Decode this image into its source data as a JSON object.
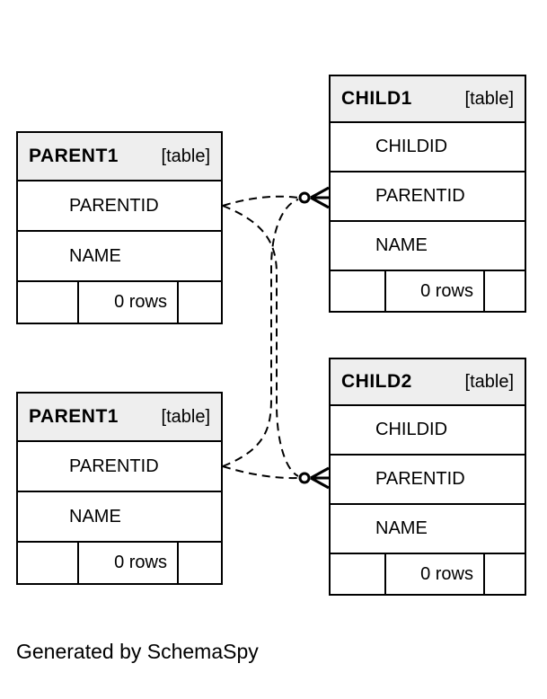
{
  "caption": "Generated by SchemaSpy",
  "colors": {
    "background": "#ffffff",
    "border": "#000000",
    "header_bg": "#eeeeee",
    "line": "#000000"
  },
  "tables": [
    {
      "id": "parent1-top",
      "name": "PARENT1",
      "tag": "[table]",
      "columns": [
        "PARENTID",
        "NAME"
      ],
      "rows_label": "0 rows"
    },
    {
      "id": "child1",
      "name": "CHILD1",
      "tag": "[table]",
      "columns": [
        "CHILDID",
        "PARENTID",
        "NAME"
      ],
      "rows_label": "0 rows"
    },
    {
      "id": "parent1-bottom",
      "name": "PARENT1",
      "tag": "[table]",
      "columns": [
        "PARENTID",
        "NAME"
      ],
      "rows_label": "0 rows"
    },
    {
      "id": "child2",
      "name": "CHILD2",
      "tag": "[table]",
      "columns": [
        "CHILDID",
        "PARENTID",
        "NAME"
      ],
      "rows_label": "0 rows"
    }
  ],
  "relationships": [
    {
      "from": "parent1-top.PARENTID",
      "to": "child1.PARENTID",
      "line_style": "dashed",
      "end_marker": "zero-or-many"
    },
    {
      "from": "parent1-top.PARENTID",
      "to": "child2.PARENTID",
      "line_style": "dashed",
      "end_marker": "zero-or-many"
    },
    {
      "from": "parent1-bottom.PARENTID",
      "to": "child2.PARENTID",
      "line_style": "dashed",
      "end_marker": "zero-or-many"
    },
    {
      "from": "parent1-bottom.PARENTID",
      "to": "child1.PARENTID",
      "line_style": "dashed",
      "end_marker": "zero-or-many"
    }
  ]
}
